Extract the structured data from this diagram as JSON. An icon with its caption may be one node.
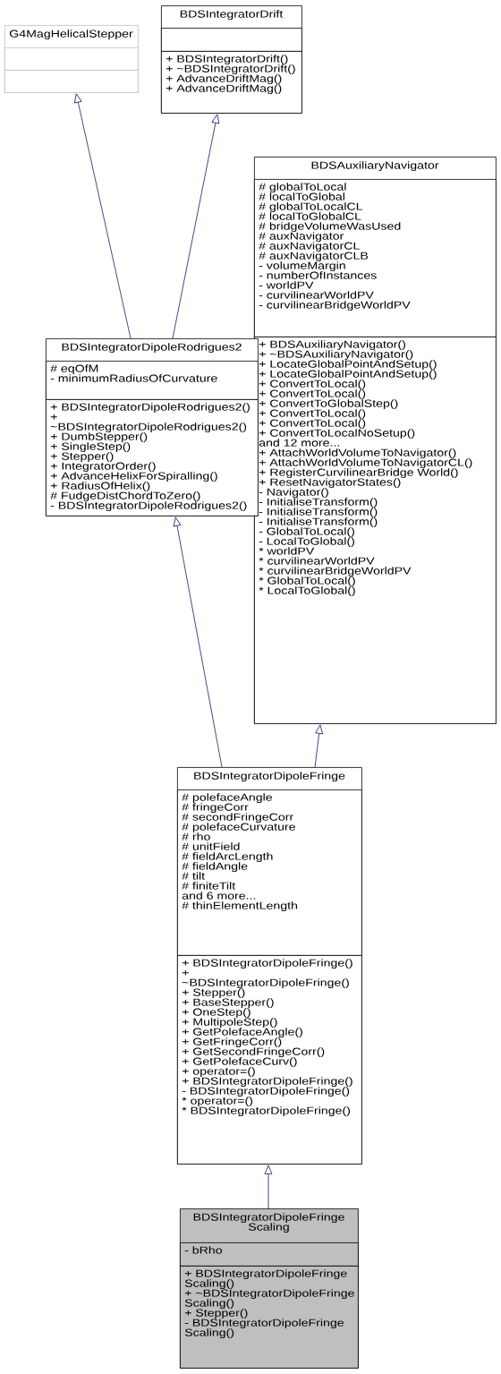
{
  "diagram": {
    "nodes": [
      {
        "text": [
          "G4MagHelicalStepper"
        ]
      },
      {
        "text": [],
        "shape": "box",
        "in": 0
      },
      {
        "text": [],
        "shape": "box",
        "in": 0
      },
      {
        "text": [
          "BDSIntegratorDrift"
        ]
      },
      {
        "text": [],
        "shape": "box",
        "in": 3
      },
      {
        "text": [
          "+ BDSIntegratorDrift()",
          "+ ~BDSIntegratorDrift()",
          "+ AdvanceDriftMag()",
          "+ AdvanceDriftMag()"
        ],
        "in": 3
      },
      {
        "text": [
          "BDSAuxiliaryNavigator"
        ]
      },
      {
        "text": [
          "# globalToLocal",
          "# localToGlobal",
          "# globalToLocalCL",
          "# localToGlobalCL",
          "# bridgeVolumeWasUsed",
          "# auxNavigator",
          "# auxNavigatorCL",
          "# auxNavigatorCLB",
          "- volumeMargin",
          "- numberOfInstances",
          "- worldPV",
          "- curvilinearWorldPV",
          "- curvilinearBridgeWorldPV"
        ],
        "in": 6
      },
      {
        "text": [
          "+ BDSAuxiliaryNavigator()",
          "+ ~BDSAuxiliaryNavigator()",
          "+ LocateGlobalPointAndSetup()",
          "+ LocateGlobalPointAndSetup()",
          "+ ConvertToLocal()",
          "+ ConvertToLocal()",
          "+ ConvertToGlobalStep()",
          "+ ConvertToLocal()",
          "+ ConvertToLocal()",
          "+ ConvertToLocalNoSetup()",
          "and 12 more...",
          "+ AttachWorldVolumeToNavigator()",
          "+ AttachWorldVolumeToNavigatorCL()",
          "+ RegisterCurvilinearBridge World()",
          "+ ResetNavigatorStates()",
          "- Navigator()",
          "- InitialiseTransform()",
          "- InitialiseTransform()",
          "- InitialiseTransform()",
          "- GlobalToLocal()",
          "- LocalToGlobal()",
          "* worldPV",
          "* curvilinearWorldPV",
          "* curvilinearBridgeWorldPV",
          "* GlobalToLocal()",
          "* LocalToGlobal()"
        ],
        "in": 6
      },
      {
        "text": [
          "BDSIntegratorDipoleRodrigues2"
        ]
      },
      {
        "text": [
          "# eqOfM",
          "- minimumRadiusOfCurvature"
        ],
        "in": 9
      },
      {
        "text": [
          "+ BDSIntegratorDipoleRodrigues2()",
          "+ ~BDSIntegratorDipoleRodrigues2()",
          "+ DumbStepper()",
          "+ SingleStep()",
          "+ Stepper()",
          "+ IntegratorOrder()",
          "+ AdvanceHelixForSpiralling()",
          "+ RadiusOfHelix()",
          "# FudgeDistChordToZero()",
          "- BDSIntegratorDipoleRodrigues2()"
        ],
        "in": 9
      },
      {
        "text": [
          "BDSIntegratorDipoleFringe"
        ]
      },
      {
        "text": [
          "# polefaceAngle",
          "# fringeCorr",
          "# secondFringeCorr",
          "# polefaceCurvature",
          "# rho",
          "# unitField",
          "# fieldArcLength",
          "# fieldAngle",
          "# tilt",
          "# finiteTilt",
          "and 6 more...",
          "# thinElementLength"
        ],
        "in": 12
      },
      {
        "text": [
          "+ BDSIntegratorDipoleFringe()",
          "+ ~BDSIntegratorDipoleFringe()",
          "+ Stepper()",
          "+ BaseStepper()",
          "+ OneStep()",
          "+ MultipoleStep()",
          "+ GetPolefaceAngle()",
          "+ GetFringeCorr()",
          "+ GetSecondFringeCorr()",
          "+ GetPolefaceCurv()",
          "+ operator=()",
          "+ BDSIntegratorDipoleFringe()",
          "- BDSIntegratorDipoleFringe()",
          "* operator=()",
          "* BDSIntegratorDipoleFringe()"
        ],
        "in": 12
      },
      {
        "text": [
          "BDSIntegratorDipoleFringe Scaling"
        ]
      },
      {
        "text": [
          "- bRho"
        ],
        "in": 15
      },
      {
        "text": [
          "+ BDSIntegratorDipoleFringe Scaling()",
          "+ ~BDSIntegratorDipoleFringe Scaling()",
          "+ Stepper()",
          "- BDSIntegratorDipoleFringe Scaling()"
        ],
        "in": 15
      }
    ],
    "edges": [
      {
        "from": 9,
        "to": 0,
        "arrow": "to"
      },
      {
        "from": 9,
        "to": 3,
        "arrow": "to"
      },
      {
        "from": 12,
        "to": 9,
        "arrow": "to"
      },
      {
        "from": 12,
        "to": 6,
        "arrow": "to"
      },
      {
        "from": 15,
        "to": 12,
        "arrow": "to"
      }
    ]
  }
}
